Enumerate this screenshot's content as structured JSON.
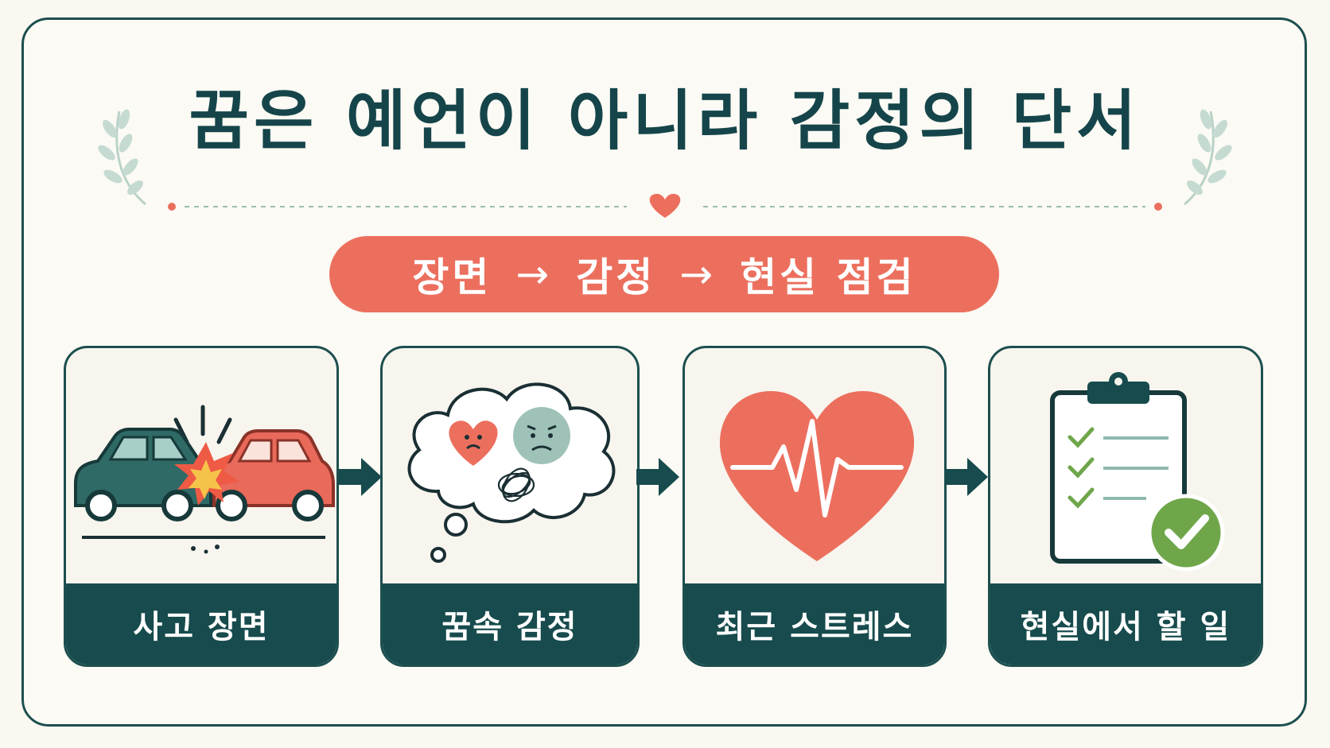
{
  "title": "꿈은 예언이 아니라 감정의 단서",
  "flow_pill": {
    "step1": "장면",
    "arrow1": "→",
    "step2": "감정",
    "arrow2": "→",
    "step3": "현실 점검"
  },
  "steps": [
    {
      "label": "사고 장면",
      "icon": "car-crash-icon"
    },
    {
      "label": "꿈속 감정",
      "icon": "thought-cloud-icon"
    },
    {
      "label": "최근 스트레스",
      "icon": "heartbeat-icon"
    },
    {
      "label": "현실에서 할 일",
      "icon": "checklist-clipboard-icon"
    }
  ],
  "colors": {
    "teal": "#174b4d",
    "coral": "#ec6f5e",
    "background": "#fcfaf4",
    "sage": "#8fb8ae",
    "green": "#6fa64a"
  }
}
